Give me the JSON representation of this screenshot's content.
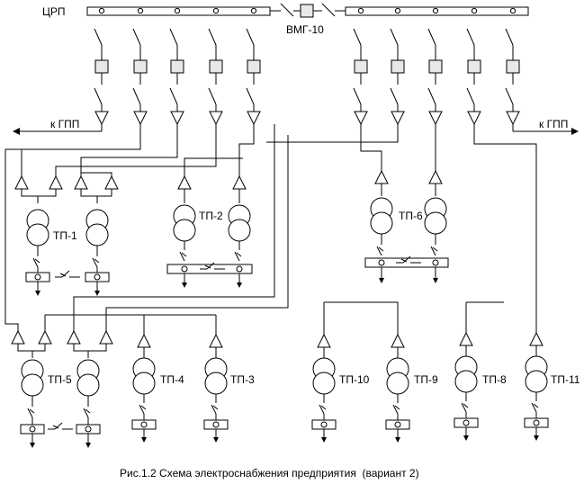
{
  "diagram": {
    "bus_label": "ЦРП",
    "bus_coupler_label": "ВМГ-10",
    "feeder_left_label": "к ГПП",
    "feeder_right_label": "к ГПП",
    "substations": {
      "tp1": "ТП-1",
      "tp2": "ТП-2",
      "tp6": "ТП-6",
      "tp5": "ТП-5",
      "tp4": "ТП-4",
      "tp3": "ТП-3",
      "tp10": "ТП-10",
      "tp9": "ТП-9",
      "tp8": "ТП-8",
      "tp11": "ТП-11"
    },
    "caption": "Рис.1.2 Схема электроснабжения предприятия  (вариант 2)"
  }
}
